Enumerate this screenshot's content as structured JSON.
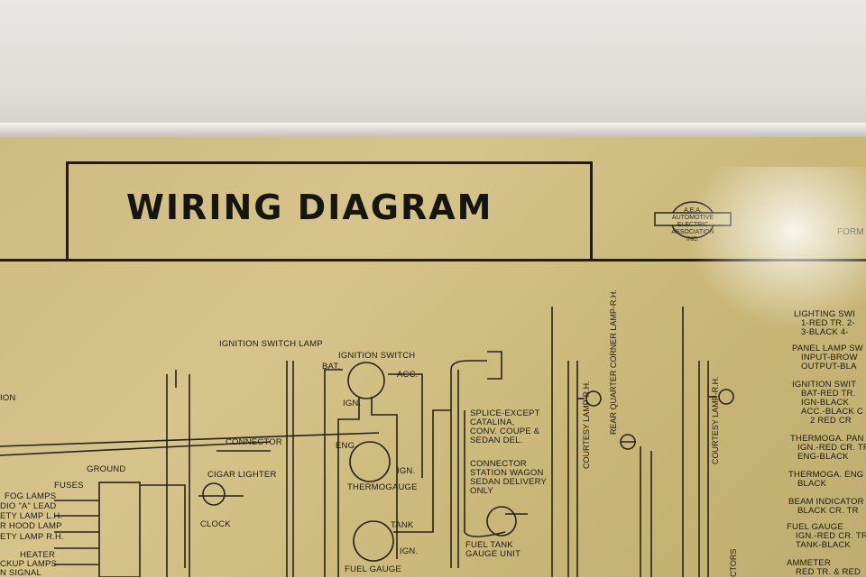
{
  "title": "WIRING DIAGRAM",
  "seal_lines": [
    "A.E.A.",
    "AUTOMOTIVE ELECTRIC",
    "ASSOCIATION",
    "INC."
  ],
  "form": "FORM",
  "labels": {
    "ignition_switch_lamp": "IGNITION SWITCH LAMP",
    "ignition_switch": "IGNITION SWITCH",
    "bat": "BAT.",
    "acc": "ACC.",
    "ign": "IGN.",
    "eng": "ENG.",
    "ign2": "IGN.",
    "thermogauge": "THERMOGAUGE",
    "tank": "TANK",
    "ign3": "IGN.",
    "fuel_gauge": "FUEL GAUGE",
    "connector": "CONNECTOR",
    "cigar_lighter": "CIGAR LIGHTER",
    "clock": "CLOCK",
    "ground": "GROUND",
    "fuses": "FUSES",
    "fog_lamps": "FOG LAMPS",
    "radio_lead": "DIO \"A\" LEAD",
    "safety_lamp_lh": "ETY LAMP L.H.",
    "hood_lamp": "R HOOD LAMP",
    "safety_lamp_rh": "ETY LAMP R.H.",
    "heater": "HEATER",
    "backup_lamps": "CKUP LAMPS",
    "signal": "N SIGNAL",
    "ion": "ION",
    "splice_1": "SPLICE-EXCEPT",
    "splice_2": "CATALINA,",
    "splice_3": "CONV. COUPE &",
    "splice_4": "SEDAN DEL.",
    "conn_1": "CONNECTOR",
    "conn_2": "STATION WAGON",
    "conn_3": "SEDAN DELIVERY",
    "conn_4": "ONLY",
    "fuel_tank_1": "FUEL TANK",
    "fuel_tank_2": "GAUGE UNIT",
    "courtesy_lamp_rh": "COURTESY LAMP-R.H.",
    "rear_quarter": "REAR QUARTER CORNER LAMP-R.H.",
    "courtesy_lamp_rh2": "COURTESY LAMP-R.H.",
    "ctors": "CTORS"
  },
  "legend": [
    "LIGHTING SWI",
    "1-RED TR.  2-",
    "3-BLACK  4-",
    "PANEL LAMP SW",
    "INPUT-BROW",
    "OUTPUT-BLA",
    "IGNITION SWIT",
    "BAT-RED TR.",
    "IGN-BLACK",
    "ACC.-BLACK C",
    "2 RED CR",
    "THERMOGA. PAN",
    "IGN.-RED CR. TR",
    "ENG-BLACK",
    "THERMOGA. ENG",
    "BLACK",
    "BEAM INDICATOR",
    "BLACK CR. TR",
    "FUEL GAUGE",
    "IGN.-RED CR. TR",
    "TANK-BLACK",
    "AMMETER",
    "RED TR. & RED"
  ]
}
